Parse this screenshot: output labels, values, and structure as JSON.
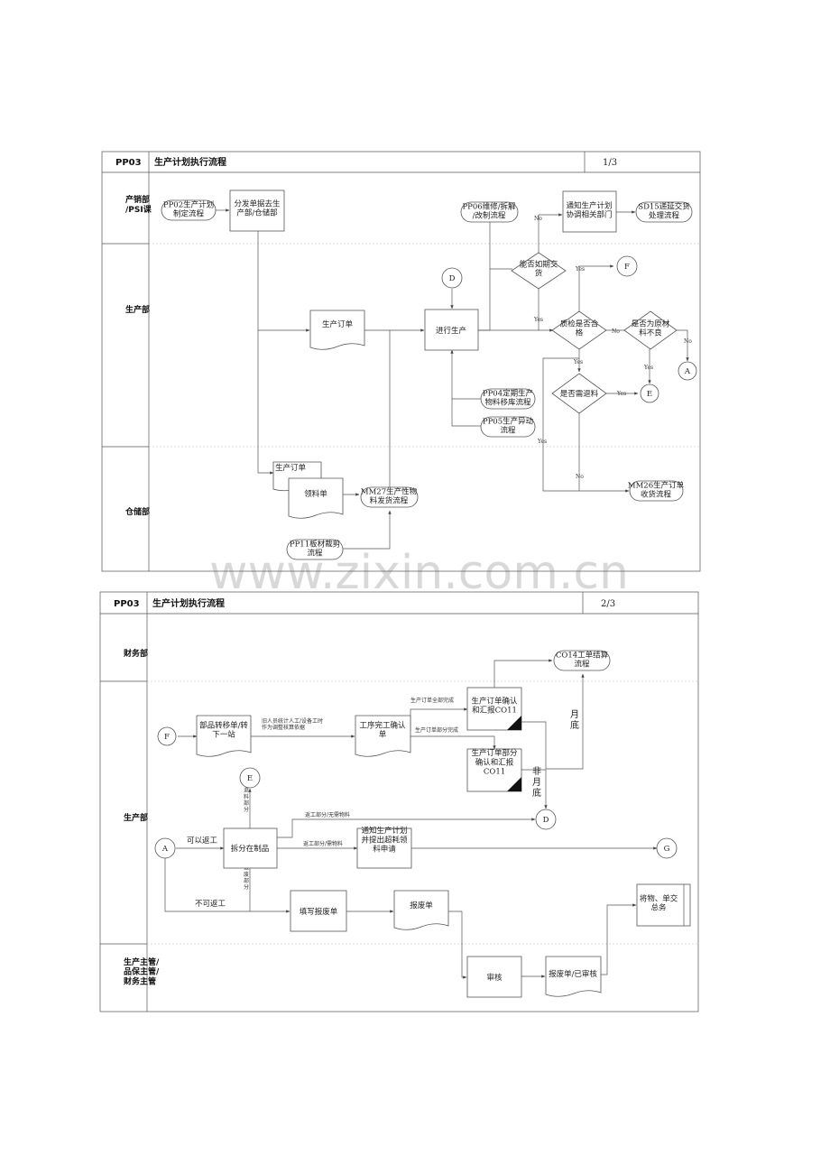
{
  "watermark": "www.zixin.com.cn",
  "page1": {
    "code": "PP03",
    "title": "生产计划执行流程",
    "page": "1/3",
    "lanes": [
      "产销部\n/PSI课",
      "生产部",
      "仓储部"
    ],
    "nodes": {
      "pp02": "PP02生产计划\n制定流程",
      "distribute": "分发单据去生\n产部/仓储部",
      "pp06": "PP06维修/拆解\n/改制流程",
      "notify": "通知生产计划\n协调相关部门",
      "sd15": "SD15递延交货\n处理流程",
      "on_time": "能否如期交\n货",
      "conn_d": "D",
      "conn_f": "F",
      "order": "生产订单",
      "production": "进行生产",
      "qc": "质检是否合\n格",
      "material_bad": "是否为原材\n料不良",
      "conn_a": "A",
      "conn_e": "E",
      "return_mat": "是否需退料",
      "pp04": "PP04定期生产\n物料移库流程",
      "pp05": "PP05生产异动\n流程",
      "order2": "生产订单",
      "pick": "领料单",
      "mm27": "MM27生产性物\n料发货流程",
      "mm26": "MM26生产订单\n收货流程",
      "pp11": "PP11板材裁剪\n流程"
    },
    "labels": {
      "no": "No",
      "yes": "Yes"
    }
  },
  "page2": {
    "code": "PP03",
    "title": "生产计划执行流程",
    "page": "2/3",
    "lanes": [
      "财务部",
      "生产部",
      "生产主管/\n品保主管/\n财务主管"
    ],
    "nodes": {
      "co14": "CO14工单结算\n流程",
      "confirm_all": "生产订单确认\n和汇报CO11",
      "confirm_part": "生产订单部分\n确认和汇报\nCO11",
      "conn_f": "F",
      "transfer": "部品转移单/转\n下一站",
      "proc_done": "工序完工确认\n单",
      "conn_e": "E",
      "conn_d": "D",
      "conn_a": "A",
      "split": "拆分在制品",
      "notify_plan": "通知生产计划\n并提出超耗领\n料申请",
      "conn_g": "G",
      "fill_scrap": "填写报废单",
      "scrap": "报废单",
      "goods_desk": "将物、单交\n总务",
      "audit": "审核",
      "scrap_done": "报废单/已审核"
    },
    "edges": {
      "hours_note": "旧人员统计人工/设备工时\n作为调整核算依据",
      "all_done": "生产订单全部完成",
      "part_done": "生产订单部分完成",
      "month_end": "月\n底",
      "not_month_end": "非\n月\n底",
      "rework_part": "退\n料\n部\n分",
      "rework_no_mat": "返工部分/无需物料",
      "rework_mat": "返工部分/需物料",
      "can_rework": "可以返工",
      "cannot_rework": "不可返工",
      "scrap_part": "报\n废\n部\n分"
    }
  }
}
